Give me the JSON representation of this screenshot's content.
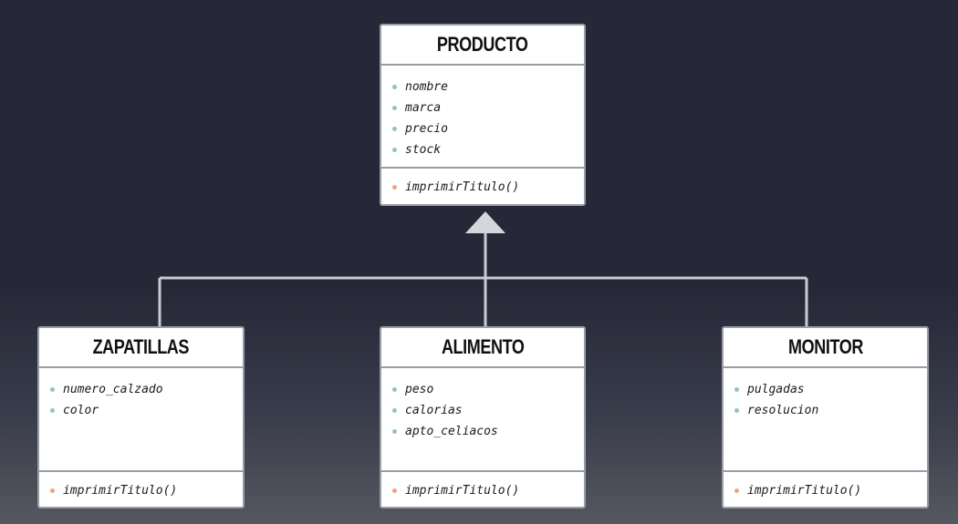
{
  "colors": {
    "attribute_bullet": "#8fc6b6",
    "method_bullet": "#f0a47a",
    "connector": "#c9ccd3",
    "box_border": "#9a9ca6",
    "background": "#262837"
  },
  "classes": [
    {
      "name": "PRODUCTO",
      "attributes": [
        "nombre",
        "marca",
        "precio",
        "stock"
      ],
      "methods": [
        "imprimirTitulo()"
      ]
    },
    {
      "name": "ZAPATILLAS",
      "attributes": [
        "numero_calzado",
        "color"
      ],
      "methods": [
        "imprimirTitulo()"
      ]
    },
    {
      "name": "ALIMENTO",
      "attributes": [
        "peso",
        "calorias",
        "apto_celiacos"
      ],
      "methods": [
        "imprimirTitulo()"
      ]
    },
    {
      "name": "MONITOR",
      "attributes": [
        "pulgadas",
        "resolucion"
      ],
      "methods": [
        "imprimirTitulo()"
      ]
    }
  ],
  "relationships": [
    {
      "type": "inheritance",
      "parent": "PRODUCTO",
      "children": [
        "ZAPATILLAS",
        "ALIMENTO",
        "MONITOR"
      ]
    }
  ]
}
